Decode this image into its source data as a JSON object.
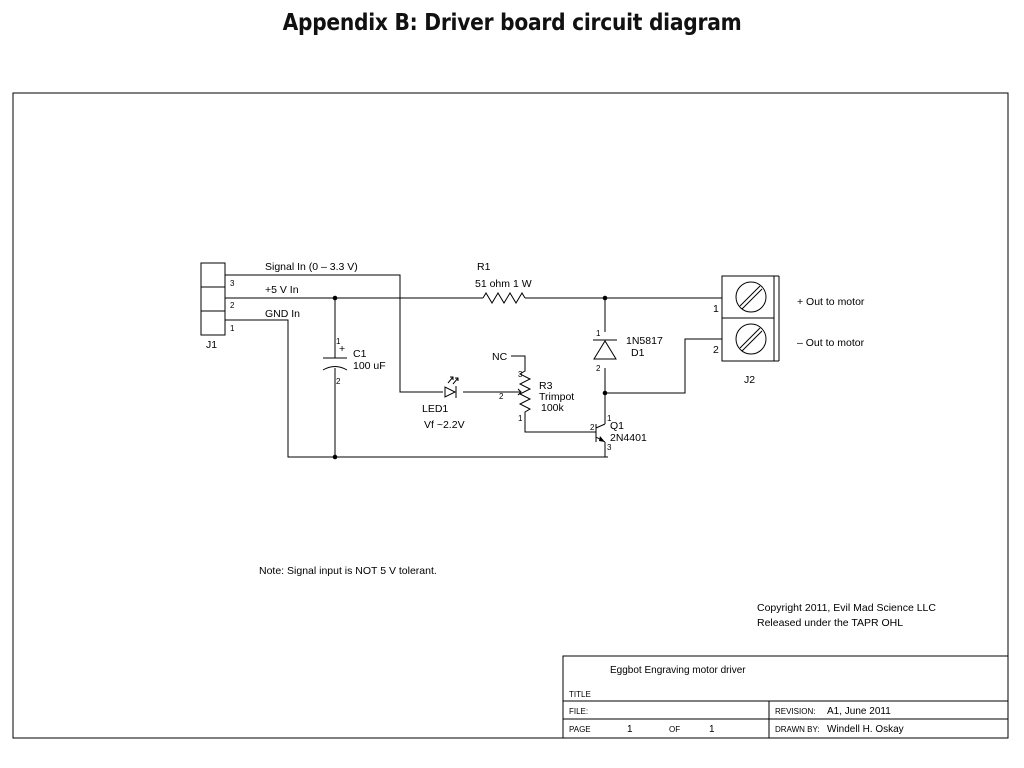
{
  "page": {
    "title": "Appendix B: Driver board circuit diagram"
  },
  "j1": {
    "ref": "J1",
    "pins": [
      {
        "num": "3",
        "net": "Signal In (0 – 3.3 V)"
      },
      {
        "num": "2",
        "net": "+5 V In"
      },
      {
        "num": "1",
        "net": "GND In"
      }
    ]
  },
  "r1": {
    "ref": "R1",
    "value": "51 ohm 1 W"
  },
  "c1": {
    "ref": "C1",
    "value": "100 uF",
    "plus": "+",
    "pin1": "1",
    "pin2": "2"
  },
  "led1": {
    "ref": "LED1",
    "value": "Vf ~2.2V"
  },
  "r3": {
    "ref": "R3",
    "type": "Trimpot",
    "value": "100k",
    "nc": "NC",
    "pin1": "1",
    "pin2": "2",
    "pin3": "3"
  },
  "d1": {
    "ref": "D1",
    "part": "1N5817",
    "pin1": "1",
    "pin2": "2"
  },
  "q1": {
    "ref": "Q1",
    "part": "2N4401",
    "pin1": "1",
    "pin2": "2",
    "pin3": "3"
  },
  "j2": {
    "ref": "J2",
    "pins": [
      {
        "num": "1",
        "label": "+ Out to motor"
      },
      {
        "num": "2",
        "label": "– Out to motor"
      }
    ]
  },
  "notes": {
    "note": "Note: Signal input is NOT 5 V tolerant.",
    "copyright": "Copyright 2011, Evil Mad Science LLC",
    "license": "Released under the TAPR OHL"
  },
  "title_block": {
    "title_value": "Eggbot Engraving motor driver",
    "title_label": "TITLE",
    "file_label": "FILE:",
    "revision_label": "REVISION:",
    "revision_value": "A1, June 2011",
    "page_label": "PAGE",
    "page_value": "1",
    "of_label": "OF",
    "of_value": "1",
    "drawn_label": "DRAWN BY:",
    "drawn_value": "Windell H. Oskay"
  }
}
